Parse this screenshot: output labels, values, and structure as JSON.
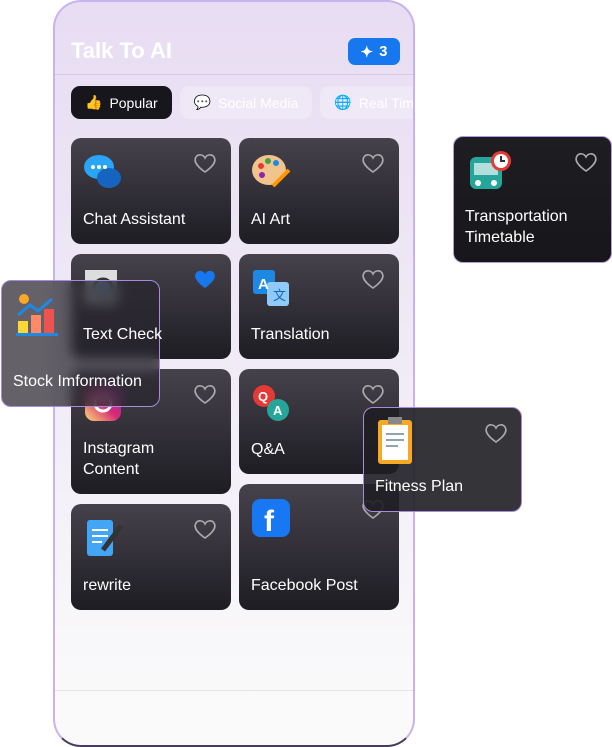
{
  "header": {
    "title": "Talk To AI",
    "credits": "3"
  },
  "tabs": [
    {
      "label": "Popular",
      "icon": "thumbs-up-icon"
    },
    {
      "label": "Social Media",
      "icon": "chat-icon"
    },
    {
      "label": "Real Time",
      "icon": "globe-icon"
    }
  ],
  "cards": [
    {
      "label": "Chat Assistant",
      "favorite": false
    },
    {
      "label": "AI Art",
      "favorite": false
    },
    {
      "label": "Text Check",
      "favorite": true
    },
    {
      "label": "Translation",
      "favorite": false
    },
    {
      "label": "Instagram Content",
      "favorite": false
    },
    {
      "label": "Q&A",
      "favorite": false
    },
    {
      "label": "rewrite",
      "favorite": false
    },
    {
      "label": "Facebook Post",
      "favorite": false
    }
  ],
  "floating": [
    {
      "label": "Transportation Timetable"
    },
    {
      "label": "Stock Imformation"
    },
    {
      "label": "Fitness Plan"
    }
  ],
  "colors": {
    "accent": "#1677ee",
    "card": "#2e2c33",
    "border": "#c9b2ee"
  }
}
